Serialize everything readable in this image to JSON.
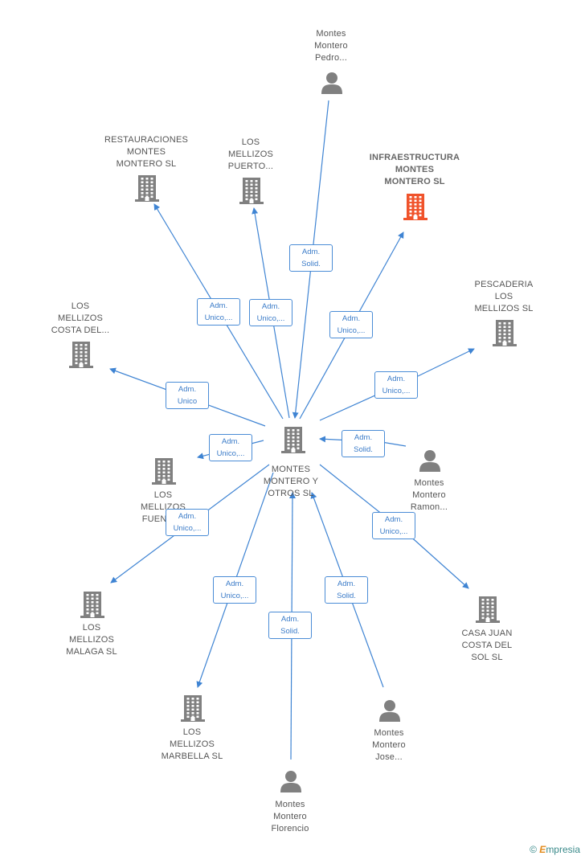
{
  "colors": {
    "edge": "#3f84d3",
    "building": "#808080",
    "building_highlight": "#f0532b",
    "person": "#808080"
  },
  "brand": {
    "symbol": "©",
    "name": "mpresia",
    "initial": "E"
  },
  "center": {
    "label": "MONTES MONTERO Y OTROS SL",
    "lines": [
      "MONTES",
      "MONTERO Y",
      "OTROS  SL"
    ]
  },
  "nodes": [
    {
      "id": "pedro",
      "kind": "person",
      "lines": [
        "Montes",
        "Montero",
        "Pedro..."
      ]
    },
    {
      "id": "restauraciones",
      "kind": "company",
      "lines": [
        "RESTAURACIONES",
        "MONTES",
        "MONTERO  SL"
      ]
    },
    {
      "id": "puerto",
      "kind": "company",
      "lines": [
        "LOS",
        "MELLIZOS",
        "PUERTO..."
      ]
    },
    {
      "id": "infraestructura",
      "kind": "company",
      "highlight": true,
      "lines": [
        "INFRAESTRUCTURA",
        "MONTES",
        "MONTERO  SL"
      ]
    },
    {
      "id": "pescaderia",
      "kind": "company",
      "lines": [
        "PESCADERIA",
        "LOS",
        "MELLIZOS  SL"
      ]
    },
    {
      "id": "costadel",
      "kind": "company",
      "lines": [
        "LOS",
        "MELLIZOS",
        "COSTA DEL..."
      ]
    },
    {
      "id": "fuengirola",
      "kind": "company",
      "lines": [
        "LOS",
        "MELLIZOS",
        "FUENGI..."
      ]
    },
    {
      "id": "ramon",
      "kind": "person",
      "lines": [
        "Montes",
        "Montero",
        "Ramon..."
      ]
    },
    {
      "id": "malaga",
      "kind": "company",
      "lines": [
        "LOS",
        "MELLIZOS",
        "MALAGA SL"
      ]
    },
    {
      "id": "casajuan",
      "kind": "company",
      "lines": [
        "CASA JUAN",
        "COSTA DEL",
        "SOL  SL"
      ]
    },
    {
      "id": "marbella",
      "kind": "company",
      "lines": [
        "LOS",
        "MELLIZOS",
        "MARBELLA  SL"
      ]
    },
    {
      "id": "jose",
      "kind": "person",
      "lines": [
        "Montes",
        "Montero",
        "Jose..."
      ]
    },
    {
      "id": "florencio",
      "kind": "person",
      "lines": [
        "Montes",
        "Montero",
        "Florencio"
      ]
    }
  ],
  "edges": [
    {
      "from": "pedro",
      "to": "center",
      "label": [
        "Adm.",
        "Solid."
      ]
    },
    {
      "from": "center",
      "to": "restauraciones",
      "label": [
        "Adm.",
        "Unico,..."
      ]
    },
    {
      "from": "center",
      "to": "puerto",
      "label": [
        "Adm.",
        "Unico,..."
      ]
    },
    {
      "from": "center",
      "to": "infraestructura",
      "label": [
        "Adm.",
        "Unico,..."
      ]
    },
    {
      "from": "center",
      "to": "pescaderia",
      "label": [
        "Adm.",
        "Unico,..."
      ]
    },
    {
      "from": "center",
      "to": "costadel",
      "label": [
        "Adm.",
        "Unico"
      ]
    },
    {
      "from": "center",
      "to": "fuengirola",
      "label": [
        "Adm.",
        "Unico,..."
      ]
    },
    {
      "from": "ramon",
      "to": "center",
      "label": [
        "Adm.",
        "Solid."
      ]
    },
    {
      "from": "center",
      "to": "malaga",
      "label": [
        "Adm.",
        "Unico,..."
      ]
    },
    {
      "from": "center",
      "to": "casajuan",
      "label": [
        "Adm.",
        "Unico,..."
      ]
    },
    {
      "from": "center",
      "to": "marbella",
      "label": [
        "Adm.",
        "Unico,..."
      ]
    },
    {
      "from": "jose",
      "to": "center",
      "label": [
        "Adm.",
        "Solid."
      ]
    },
    {
      "from": "florencio",
      "to": "center",
      "label": [
        "Adm.",
        "Solid."
      ]
    }
  ]
}
